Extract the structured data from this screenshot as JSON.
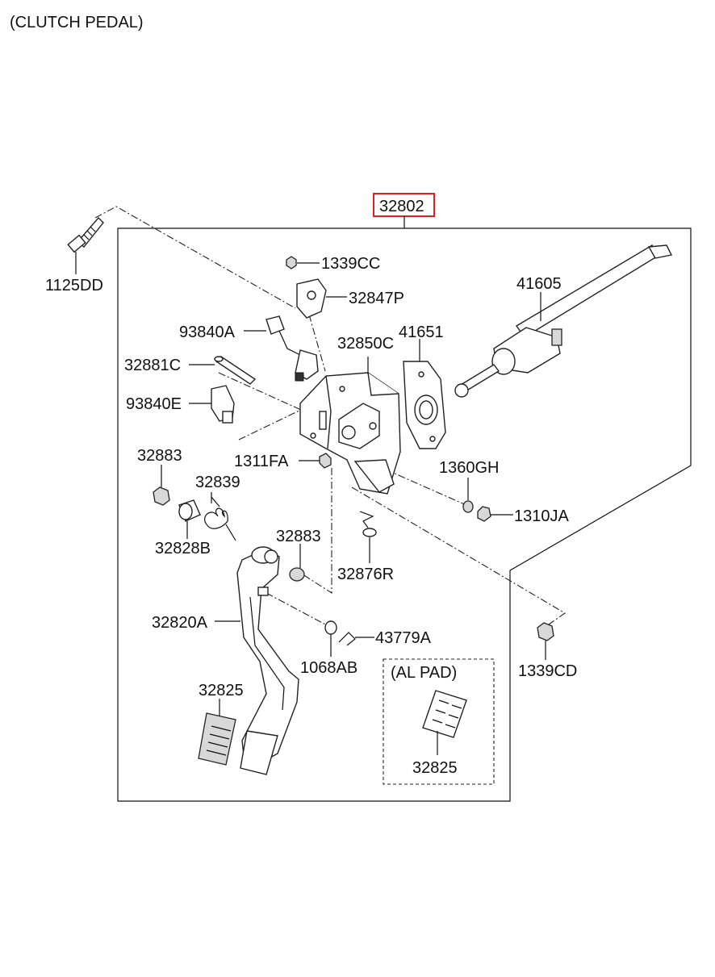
{
  "title": "(CLUTCH PEDAL)",
  "highlight_color": "#e02020",
  "assembly": {
    "number": "32802"
  },
  "al_pad_box": {
    "label": "(AL PAD)",
    "part": "32825"
  },
  "labels": {
    "p1125DD": "1125DD",
    "p1339CC": "1339CC",
    "p32847P": "32847P",
    "p93840A": "93840A",
    "p32850C": "32850C",
    "p41651": "41651",
    "p41605": "41605",
    "p32881C": "32881C",
    "p93840E": "93840E",
    "p32883a": "32883",
    "p1311FA": "1311FA",
    "p1360GH": "1360GH",
    "p32839": "32839",
    "p1310JA": "1310JA",
    "p32828B": "32828B",
    "p32883b": "32883",
    "p32876R": "32876R",
    "p32820A": "32820A",
    "p43779A": "43779A",
    "p1068AB": "1068AB",
    "p1339CD": "1339CD",
    "p32825": "32825"
  }
}
